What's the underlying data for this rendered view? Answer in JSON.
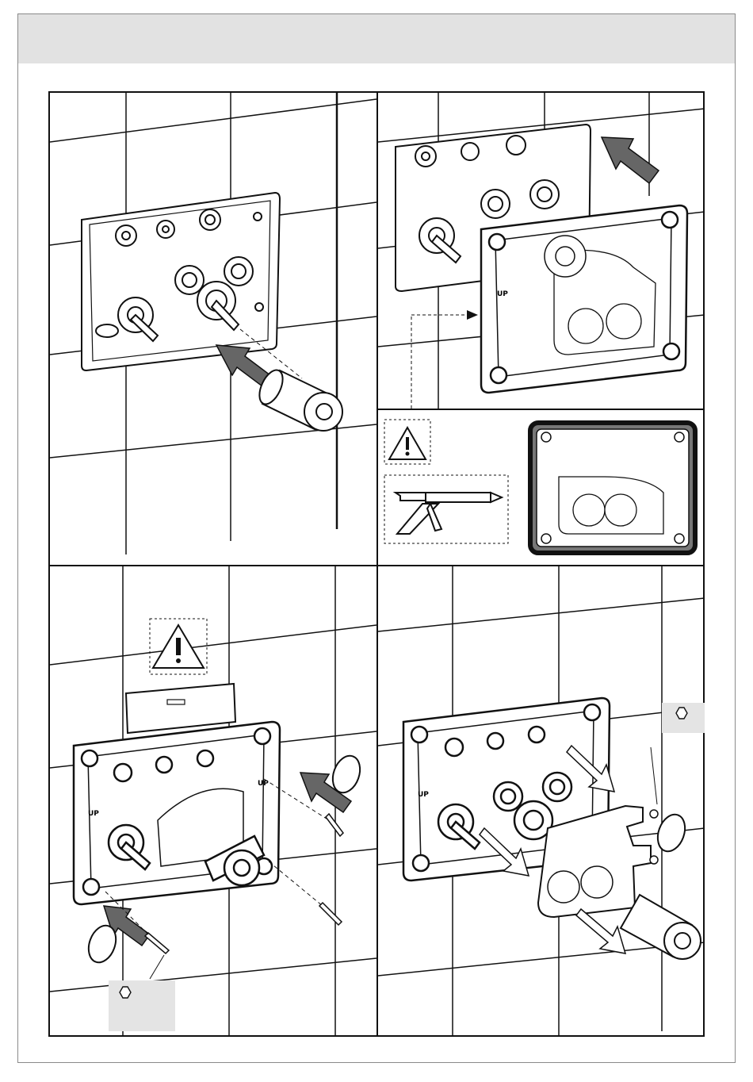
{
  "header": {
    "title": ""
  },
  "panels": {
    "p2": {
      "frame_text": "UP"
    },
    "p4": {
      "frame_text_left": "UP",
      "frame_text_right": "UP"
    },
    "p5": {
      "frame_text": "UP"
    }
  },
  "colors": {
    "line": "#111111",
    "arrow_light": "#ffffff",
    "arrow_dark": "#555555",
    "hex_box": "#e4e4e4",
    "header_band": "#e2e2e2"
  },
  "icons": [
    "warning-icon",
    "caulking-gun-icon",
    "hex-key-icon",
    "rotate-arrow-icon",
    "direction-arrow-icon",
    "screw-icon"
  ]
}
